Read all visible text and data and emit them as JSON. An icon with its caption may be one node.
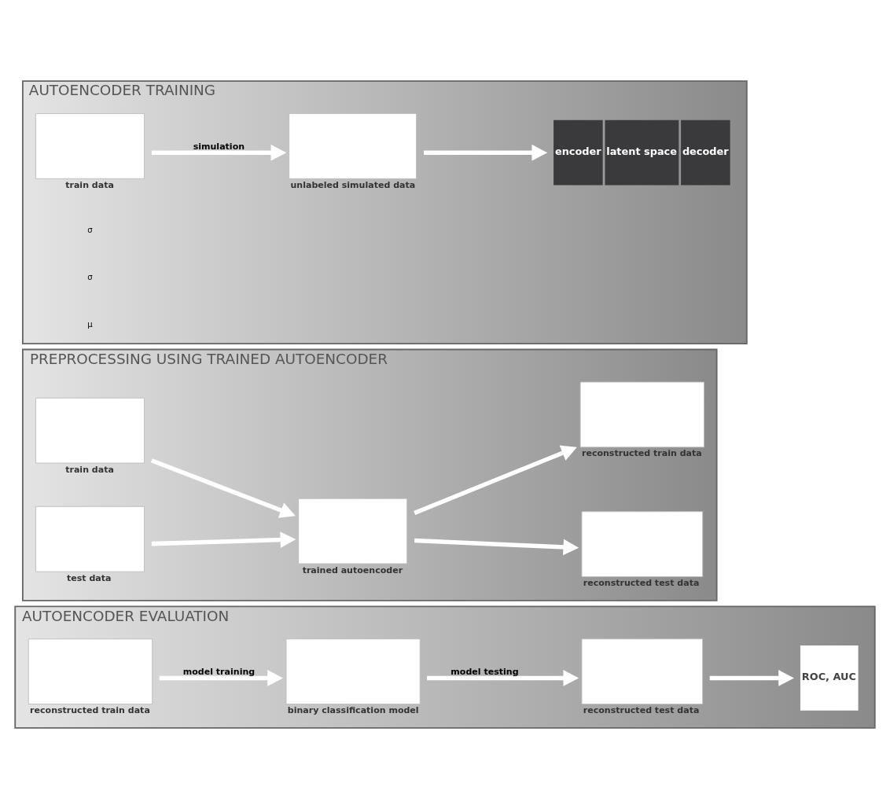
{
  "diagram": {
    "nodes": [
      {
        "text": [
          "AUTOENCODER TRAINING"
        ]
      },
      {
        "text": [],
        "shape": "box",
        "in": 0,
        "beside": [
          "train data"
        ]
      },
      {
        "text": [],
        "shape": "box",
        "in": 0,
        "beside": [
          "unlabeled simulated data"
        ]
      },
      {
        "text": [
          "encoder",
          "latent space",
          "decoder"
        ],
        "in": 0
      },
      {
        "text": [
          "PREPROCESSING USING TRAINED AUTOENCODER"
        ]
      },
      {
        "text": [],
        "shape": "box",
        "in": 4,
        "beside": [
          "train data"
        ]
      },
      {
        "text": [],
        "shape": "box",
        "in": 4,
        "beside": [
          "test data"
        ]
      },
      {
        "text": [],
        "shape": "box",
        "in": 4,
        "beside": [
          "trained autoencoder"
        ]
      },
      {
        "text": [],
        "shape": "box",
        "in": 4,
        "beside": [
          "reconstructed train data"
        ]
      },
      {
        "text": [],
        "shape": "box",
        "in": 4,
        "beside": [
          "reconstructed test data"
        ]
      },
      {
        "text": [
          "AUTOENCODER EVALUATION"
        ]
      },
      {
        "text": [],
        "shape": "box",
        "in": 10,
        "beside": [
          "reconstructed train data"
        ]
      },
      {
        "text": [],
        "shape": "box",
        "in": 10,
        "beside": [
          "binary classification model"
        ]
      },
      {
        "text": [],
        "shape": "box",
        "in": 10,
        "beside": [
          "reconstructed test data"
        ]
      },
      {
        "text": [
          "ROC, AUC"
        ],
        "in": 10
      }
    ],
    "edges": [
      {
        "from": 1,
        "to": 2,
        "arrow": "to",
        "label": "simulation"
      },
      {
        "from": 2,
        "to": 3,
        "arrow": "to"
      },
      {
        "from": 5,
        "to": 7,
        "arrow": "to"
      },
      {
        "from": 6,
        "to": 7,
        "arrow": "to"
      },
      {
        "from": 7,
        "to": 8,
        "arrow": "to"
      },
      {
        "from": 7,
        "to": 9,
        "arrow": "to"
      },
      {
        "from": 11,
        "to": 12,
        "arrow": "to",
        "label": "model training"
      },
      {
        "from": 12,
        "to": 13,
        "arrow": "to",
        "label": "model testing"
      },
      {
        "from": 13,
        "to": 14,
        "arrow": "to"
      }
    ],
    "labels": [
      "σ",
      "σ",
      "μ"
    ]
  }
}
